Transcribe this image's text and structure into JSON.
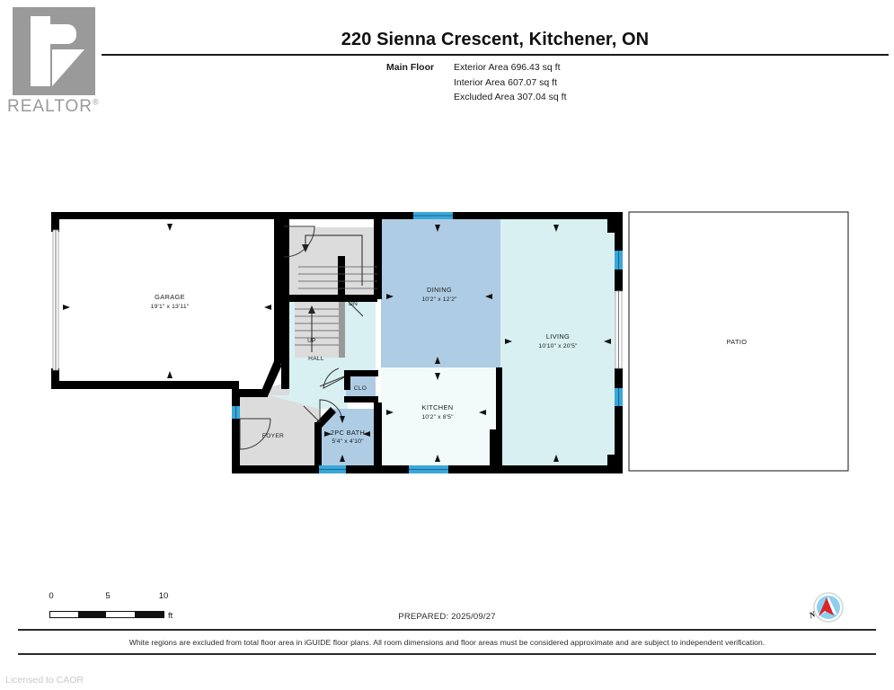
{
  "logo": {
    "wordmark": "REALTOR",
    "registered": "®",
    "name": "realtor-logo"
  },
  "header": {
    "title": "220 Sienna Crescent, Kitchener, ON",
    "floor_label": "Main Floor",
    "areas": [
      "Exterior Area 696.43 sq ft",
      "Interior Area 607.07 sq ft",
      "Excluded Area 307.04 sq ft"
    ]
  },
  "plan": {
    "rooms": [
      {
        "id": "garage",
        "name": "GARAGE",
        "dim": "19'1\" x 13'11\"",
        "fill": "#ffffff"
      },
      {
        "id": "foyer",
        "name": "FOYER",
        "dim": "",
        "fill": "#dcdcdc"
      },
      {
        "id": "hall",
        "name": "HALL",
        "dim": "",
        "fill": "#d8f0f2"
      },
      {
        "id": "stairs_up",
        "name": "UP",
        "dim": "",
        "fill": "#dcdcdc"
      },
      {
        "id": "stairs_dn",
        "name": "DN",
        "dim": "",
        "fill": "#dcdcdc"
      },
      {
        "id": "clo",
        "name": "CLO",
        "dim": "",
        "fill": "#aecde5"
      },
      {
        "id": "bath",
        "name": "2PC BATH",
        "dim": "5'4\" x 4'10\"",
        "fill": "#aecde5"
      },
      {
        "id": "dining",
        "name": "DINING",
        "dim": "10'2\" x 12'2\"",
        "fill": "#aecde5"
      },
      {
        "id": "kitchen",
        "name": "KITCHEN",
        "dim": "10'2\" x 8'5\"",
        "fill": "#f2fbfa"
      },
      {
        "id": "living",
        "name": "LIVING",
        "dim": "10'10\" x 20'5\"",
        "fill": "#d8f0f2"
      },
      {
        "id": "patio",
        "name": "PATIO",
        "dim": "",
        "fill": "#ffffff"
      }
    ],
    "colors": {
      "wall": "#000000",
      "window": "#3ba7d8",
      "dining_fill": "#aecde5",
      "living_fill": "#d8f0f2",
      "kitchen_fill": "#f2fbfa",
      "gray_fill": "#dcdcdc",
      "excluded_fill": "#ffffff"
    }
  },
  "footer": {
    "scale_ticks": [
      "0",
      "5",
      "10"
    ],
    "scale_unit": "ft",
    "prepared": "PREPARED: 2025/09/27",
    "compass_label": "N",
    "disclaimer": "White regions are excluded from total floor area in iGUIDE floor plans. All room dimensions and floor areas must be considered approximate and are subject to independent verification.",
    "licensed": "Licensed to CAOR"
  }
}
